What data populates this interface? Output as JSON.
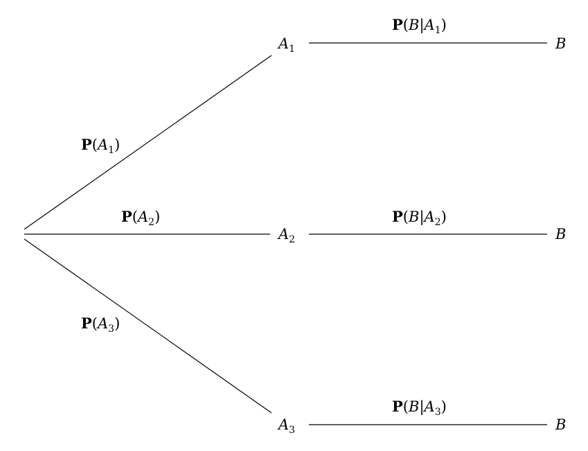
{
  "diagram": {
    "type": "probability-tree",
    "operator": "P",
    "branches": [
      {
        "node": "A",
        "index": "1",
        "edge_label": {
          "op": "P",
          "arg": "A",
          "sub": "1"
        },
        "leaf": "B",
        "leaf_edge_label": {
          "op": "P",
          "event": "B",
          "given": "A",
          "sub": "1"
        }
      },
      {
        "node": "A",
        "index": "2",
        "edge_label": {
          "op": "P",
          "arg": "A",
          "sub": "2"
        },
        "leaf": "B",
        "leaf_edge_label": {
          "op": "P",
          "event": "B",
          "given": "A",
          "sub": "2"
        }
      },
      {
        "node": "A",
        "index": "3",
        "edge_label": {
          "op": "P",
          "arg": "A",
          "sub": "3"
        },
        "leaf": "B",
        "leaf_edge_label": {
          "op": "P",
          "event": "B",
          "given": "A",
          "sub": "3"
        }
      }
    ],
    "symbols": {
      "open": "(",
      "close": ")",
      "bar": "|"
    }
  }
}
